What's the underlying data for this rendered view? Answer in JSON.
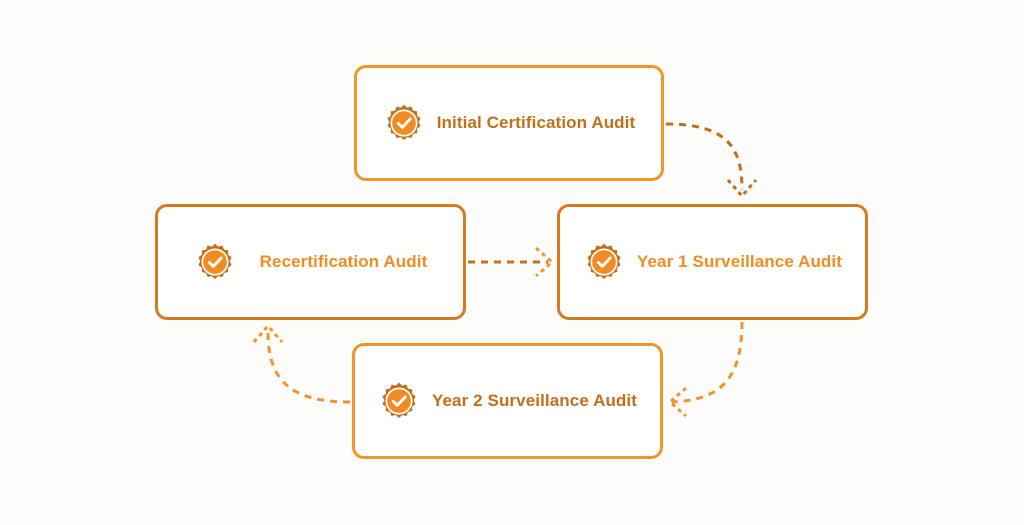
{
  "diagram": {
    "nodes": {
      "initial": {
        "label": "Initial Certification Audit"
      },
      "year1": {
        "label": "Year 1 Surveillance Audit"
      },
      "year2": {
        "label": "Year 2 Surveillance Audit"
      },
      "recert": {
        "label": "Recertification Audit"
      }
    },
    "colors": {
      "dark_orange": "#c36f1a",
      "light_orange": "#f0952a",
      "badge_fill": "#f38a24",
      "background": "#fcfcfb"
    },
    "icons": {
      "badge": "certification-badge-icon",
      "check": "checkmark-icon"
    }
  }
}
